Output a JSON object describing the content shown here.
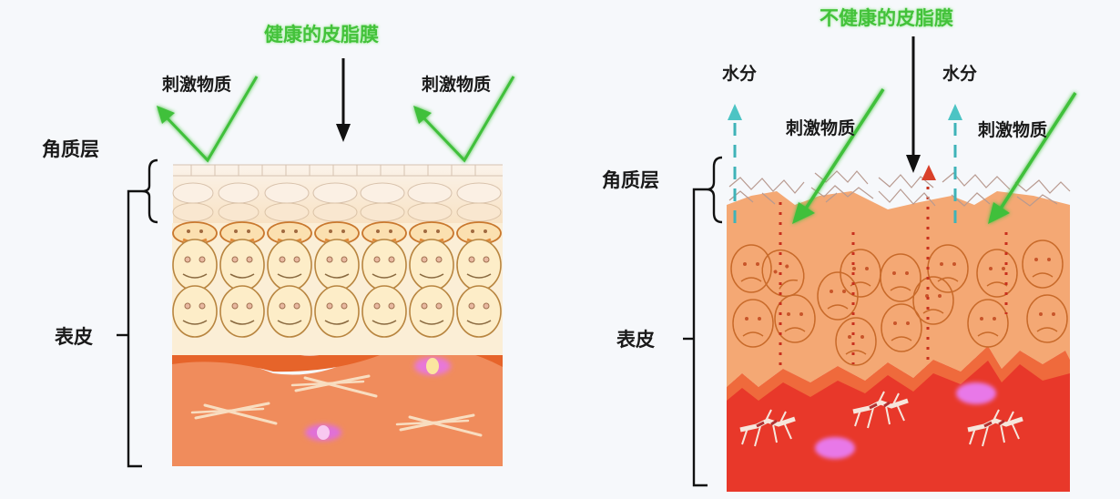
{
  "healthy": {
    "title": "健康的皮脂膜",
    "stimulus_left": "刺激物质",
    "stimulus_right": "刺激物质",
    "stratum_corneum": "角质层",
    "epidermis": "表皮"
  },
  "unhealthy": {
    "title": "不健康的皮脂膜",
    "moisture_left": "水分",
    "moisture_right": "水分",
    "stimulus_left": "刺激物质",
    "stimulus_right": "刺激物质",
    "stratum_corneum": "角质层",
    "epidermis": "表皮"
  },
  "colors": {
    "background": "#f6f8fb",
    "green_arrow": "#3fc03a",
    "moisture_arrow": "#3fb3b8",
    "healthy_cell_fill": "#fdeccb",
    "healthy_cell_stroke": "#c08a3a",
    "healthy_dermis": "#f08a5a",
    "healthy_basal_band": "#e8662a",
    "unhealthy_epidermis": "#f4a874",
    "unhealthy_dermis": "#e8382a",
    "capillary_pink": "#e070d8"
  }
}
